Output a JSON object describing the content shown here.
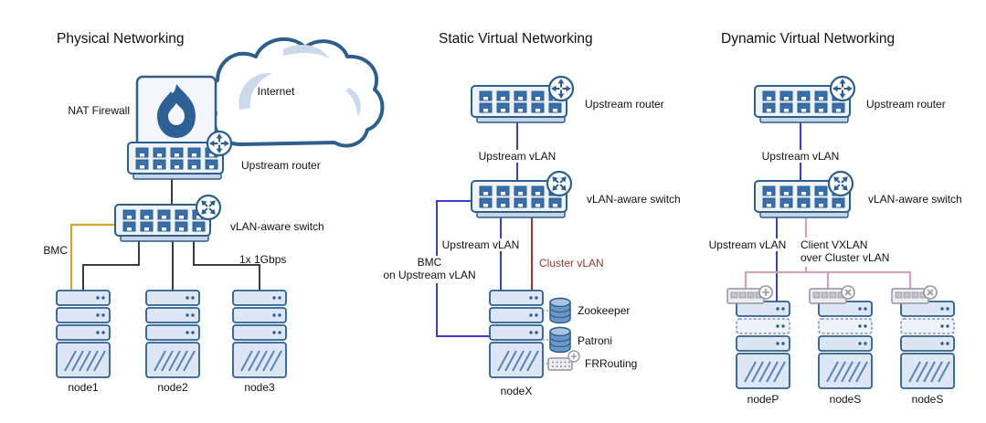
{
  "colors": {
    "outline_blue": "#2e5f8a",
    "component_fill": "#eef3fa",
    "port_blue": "#3a6ea8",
    "line_black": "#3c3c3c",
    "line_blue": "#3b3bcf",
    "line_red": "#943634",
    "line_orange": "#d6a431",
    "line_pink": "#cfa5bd",
    "grey_icon": "#9494a0"
  },
  "physical": {
    "title": "Physical Networking",
    "internet_label": "Internet",
    "nat_firewall_label": "NAT Firewall",
    "upstream_router_label": "Upstream router",
    "vlan_switch_label": "vLAN-aware switch",
    "bmc_label": "BMC",
    "bandwidth_label": "1x 1Gbps",
    "nodes": [
      "node1",
      "node2",
      "node3"
    ]
  },
  "static_virtual": {
    "title": "Static Virtual Networking",
    "upstream_router_label": "Upstream router",
    "upstream_vlan_label": "Upstream vLAN",
    "vlan_switch_label": "vLAN-aware switch",
    "upstream_vlan_label2": "Upstream vLAN",
    "cluster_vlan_label": "Cluster vLAN",
    "bmc_label_line1": "BMC",
    "bmc_label_line2": "on Upstream vLAN",
    "node_label": "nodeX",
    "services": [
      "Zookeeper",
      "Patroni",
      "FRRouting"
    ]
  },
  "dynamic_virtual": {
    "title": "Dynamic Virtual Networking",
    "upstream_router_label": "Upstream router",
    "upstream_vlan_label": "Upstream vLAN",
    "vlan_switch_label": "vLAN-aware switch",
    "upstream_vlan_label2": "Upstream vLAN",
    "client_vxlan_line1": "Client VXLAN",
    "client_vxlan_line2": "over Cluster vLAN",
    "nodes": [
      "nodeP",
      "nodeS",
      "nodeS"
    ]
  }
}
